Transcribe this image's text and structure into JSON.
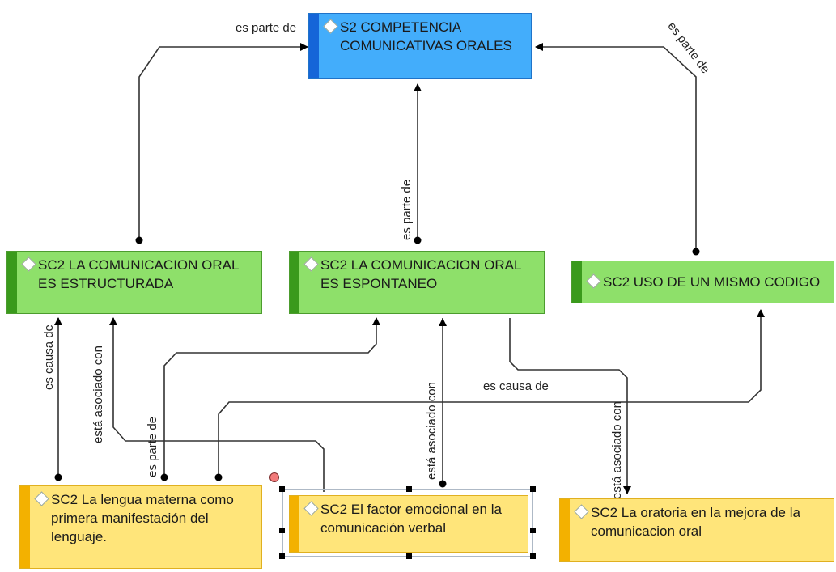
{
  "nodes": {
    "s2": "S2 COMPETENCIA\nCOMUNICATIVAS ORALES",
    "estructurada": "SC2 LA COMUNICACION ORAL\nES ESTRUCTURADA",
    "espontaneo": "SC2 LA COMUNICACION ORAL\nES ESPONTANEO",
    "codigo": "SC2 USO DE UN MISMO CODIGO",
    "lengua": "SC2 La lengua materna como\nprimera manifestación  del\nlenguaje.",
    "emocional": "SC2 El factor emocional en la\ncomunicación verbal",
    "oratoria": "SC2 La oratoria en la mejora de la\ncomunicacion  oral"
  },
  "relations": {
    "estructurada_to_s2": "es parte de",
    "espontaneo_to_s2": "es parte de",
    "codigo_to_s2": "es parte de",
    "lengua_to_estructurada": "es causa de",
    "emocional_to_estructurada": "está asociado con",
    "lengua_to_espontaneo": "es parte de",
    "espontaneo_to_emocional": "está asociado con",
    "lengua_to_codigo": "es causa de",
    "espontaneo_to_oratoria": "está asociado con"
  },
  "colors": {
    "core_fill": "#43adfb",
    "subcategory_fill": "#8ee06a",
    "code_fill": "#ffe57a",
    "selection_border": "#aeb9c6"
  }
}
